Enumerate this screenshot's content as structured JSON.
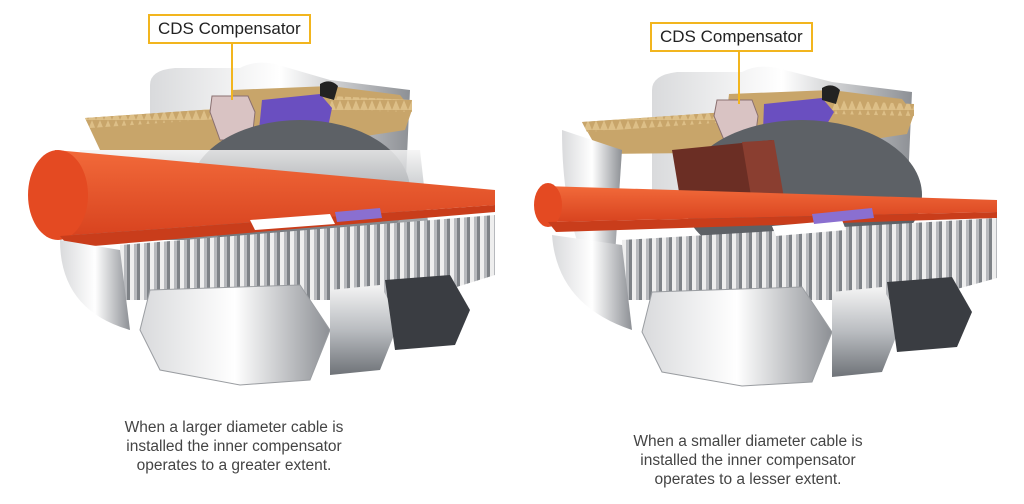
{
  "colors": {
    "callout_border": "#f2b51e",
    "brass": "#c8a56a",
    "cable": "#e8532a",
    "compensator_purple": "#6a4fc0",
    "seal_brown": "#6b2e24",
    "steel": "#c7c9cc"
  },
  "panels": [
    {
      "callout": "CDS Compensator",
      "caption_lines": [
        "When a larger diameter cable is",
        "installed the inner compensator",
        "operates to a greater extent."
      ]
    },
    {
      "callout": "CDS Compensator",
      "caption_lines": [
        "When a smaller diameter cable is",
        "installed the inner compensator",
        "operates to a lesser extent."
      ]
    }
  ]
}
